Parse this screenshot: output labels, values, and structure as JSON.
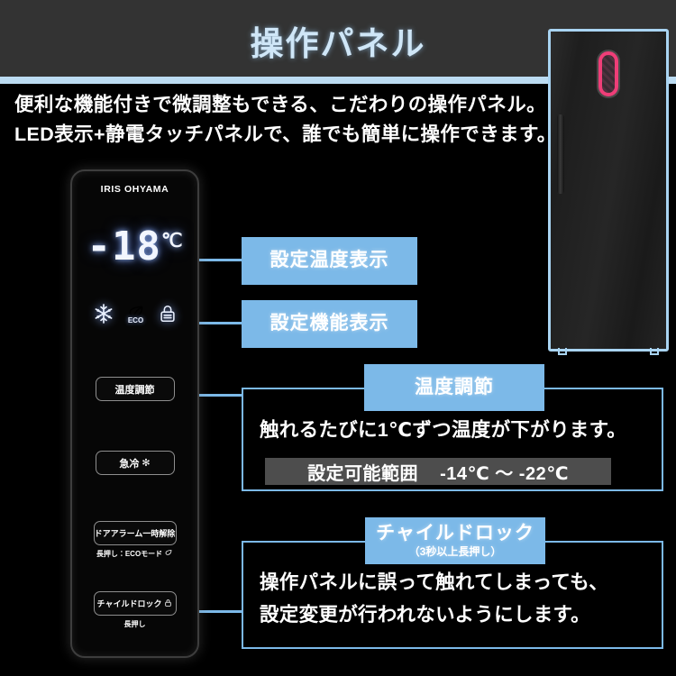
{
  "header": {
    "title": "操作パネル"
  },
  "intro": {
    "lines": [
      "便利な機能付きで微調整もできる、こだわりの操作パネル。",
      "LED表示+静電タッチパネルで、誰でも簡単に操作できます。"
    ]
  },
  "freezer": {
    "highlight_color": "#ef3e78",
    "outline_color": "#a9d4f2"
  },
  "panel": {
    "brand": "IRIS OHYAMA",
    "display": {
      "temperature": "-18",
      "unit": "℃"
    },
    "status_icons": [
      {
        "name": "snowflake-icon",
        "label": ""
      },
      {
        "name": "eco-leaf-icon",
        "label": "ECO"
      },
      {
        "name": "lock-icon",
        "label": ""
      }
    ],
    "buttons": [
      {
        "name": "temperature-adjust",
        "label": "温度調節",
        "sub": ""
      },
      {
        "name": "quick-freeze",
        "label": "急冷",
        "suffix": "✻",
        "sub": ""
      },
      {
        "name": "door-alarm-mute",
        "label": "ドアアラーム一時解除",
        "sub": "長押し：ECOモード"
      },
      {
        "name": "child-lock",
        "label": "チャイルドロック",
        "sub": "長押し"
      }
    ]
  },
  "callouts": {
    "temp_display_badge": "設定温度表示",
    "func_display_badge": "設定機能表示",
    "temp_adjust": {
      "badge": "温度調節",
      "body": "触れるたびに1℃ずつ温度が下がります。",
      "range_label": "設定可能範囲",
      "range_value": "-14℃ ～ -22℃"
    },
    "child_lock": {
      "badge": "チャイルドロック",
      "badge_sub": "（3秒以上長押し）",
      "body_line1": "操作パネルに誤って触れてしまっても、",
      "body_line2": "設定変更が行われないようにします。"
    }
  },
  "colors": {
    "accent_blue": "#7cb9e8",
    "header_bg": "#333333",
    "rule_blue": "#bcdcf2",
    "range_bar_bg": "#4d4d4d",
    "pink": "#ef3e78"
  }
}
